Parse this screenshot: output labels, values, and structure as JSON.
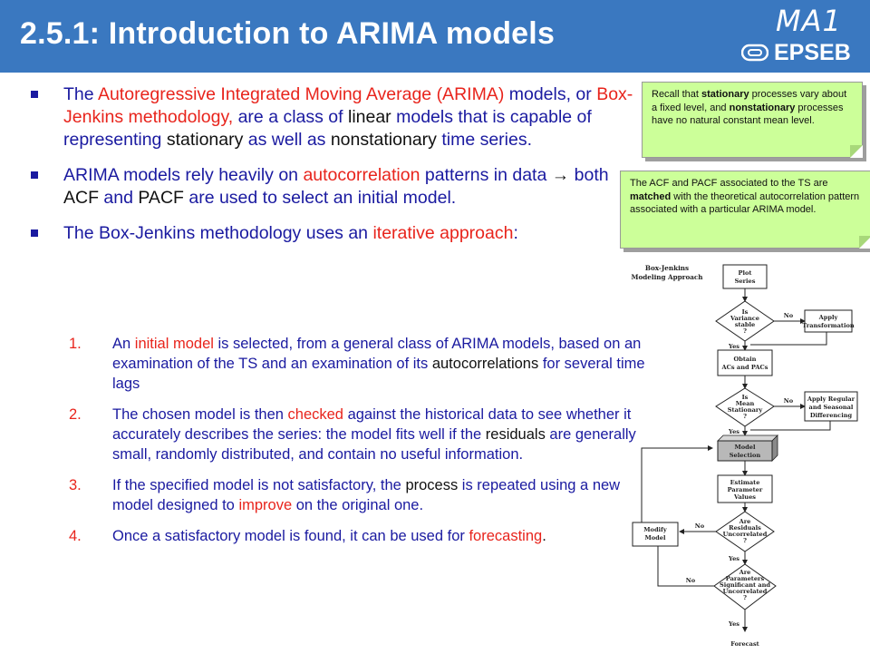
{
  "header": {
    "title": "2.5.1: Introduction to ARIMA models",
    "logo_top": "MA1",
    "logo_bottom": "EPSEB",
    "bg_color": "#3a78c0"
  },
  "bullets": [
    {
      "parts": [
        {
          "t": "The ",
          "c": "blue"
        },
        {
          "t": "Autoregressive Integrated Moving Average (ARIMA)",
          "c": "red"
        },
        {
          "t": " models, or ",
          "c": "blue"
        },
        {
          "t": "Box-Jenkins methodology,",
          "c": "red"
        },
        {
          "t": " are a class of ",
          "c": "blue"
        },
        {
          "t": "linear",
          "c": "black"
        },
        {
          "t": " models that is capable of representing ",
          "c": "blue"
        },
        {
          "t": "stationary",
          "c": "black"
        },
        {
          "t": " as well as ",
          "c": "blue"
        },
        {
          "t": "nonstationary",
          "c": "black"
        },
        {
          "t": " time series.",
          "c": "blue"
        }
      ]
    },
    {
      "parts": [
        {
          "t": "ARIMA models rely heavily on ",
          "c": "blue"
        },
        {
          "t": "autocorrelation",
          "c": "red"
        },
        {
          "t": " patterns in data ",
          "c": "blue"
        },
        {
          "t": "→",
          "c": "black"
        },
        {
          "t": " both ",
          "c": "blue"
        },
        {
          "t": "ACF",
          "c": "black"
        },
        {
          "t": " and ",
          "c": "blue"
        },
        {
          "t": "PACF",
          "c": "black"
        },
        {
          "t": " are used to select an initial model.",
          "c": "blue"
        }
      ]
    },
    {
      "parts": [
        {
          "t": "The Box-Jenkins methodology uses an ",
          "c": "blue"
        },
        {
          "t": "iterative approach",
          "c": "red"
        },
        {
          "t": ":",
          "c": "blue"
        }
      ]
    }
  ],
  "steps": [
    {
      "num": "1.",
      "parts": [
        {
          "t": "An ",
          "c": "blue"
        },
        {
          "t": "initial model",
          "c": "red"
        },
        {
          "t": " is selected, from a general class of ARIMA models, based on an examination of the TS and an examination of its ",
          "c": "blue"
        },
        {
          "t": "autocorrelations",
          "c": "black"
        },
        {
          "t": " for several time lags",
          "c": "blue"
        }
      ]
    },
    {
      "num": "2.",
      "parts": [
        {
          "t": "The chosen model is then ",
          "c": "blue"
        },
        {
          "t": "checked",
          "c": "red"
        },
        {
          "t": " against the historical data to see whether it accurately describes the series: the model fits well if the ",
          "c": "blue"
        },
        {
          "t": "residuals",
          "c": "black"
        },
        {
          "t": " are generally small, randomly distributed, and contain no useful information.",
          "c": "blue"
        }
      ]
    },
    {
      "num": "3.",
      "parts": [
        {
          "t": "If the specified model is not satisfactory, the ",
          "c": "blue"
        },
        {
          "t": "process",
          "c": "black"
        },
        {
          "t": " is repeated using a new model designed to ",
          "c": "blue"
        },
        {
          "t": "improve",
          "c": "red"
        },
        {
          "t": " on the original one.",
          "c": "blue"
        }
      ]
    },
    {
      "num": "4.",
      "parts": [
        {
          "t": "Once a satisfactory model is found, it can be used for ",
          "c": "blue"
        },
        {
          "t": "forecasting",
          "c": "red"
        },
        {
          "t": ".",
          "c": "black"
        }
      ]
    }
  ],
  "notes": [
    {
      "parts": [
        {
          "t": "Recall that ",
          "b": false
        },
        {
          "t": "stationary",
          "b": true
        },
        {
          "t": " processes vary about a fixed level, and ",
          "b": false
        },
        {
          "t": "nonstationary",
          "b": true
        },
        {
          "t": " processes have no natural constant mean level.",
          "b": false
        }
      ]
    },
    {
      "parts": [
        {
          "t": "The ACF and PACF associated to the TS are ",
          "b": false
        },
        {
          "t": "matched",
          "b": true
        },
        {
          "t": " with the theoretical autocorrelation pattern associated with a particular ARIMA model.",
          "b": false
        }
      ]
    }
  ],
  "flowchart": {
    "title_line1": "Box-Jenkins",
    "title_line2": "Modeling Approach",
    "plot_series": [
      "Plot",
      "Series"
    ],
    "variance_stable": [
      "Is",
      "Variance",
      "stable",
      "?"
    ],
    "apply_transformation": [
      "Apply",
      "Transformation"
    ],
    "obtain_acfs": [
      "Obtain",
      "ACs and PACs"
    ],
    "mean_stationary": [
      "Is",
      "Mean",
      "Stationary",
      "?"
    ],
    "apply_differencing": [
      "Apply Regular",
      "and Seasonal",
      "Differencing"
    ],
    "model_selection": [
      "Model",
      "Selection"
    ],
    "estimate_params": [
      "Estimate",
      "Parameter",
      "Values"
    ],
    "residuals_uncorrelated": [
      "Are",
      "Residuals",
      "Uncorrelated",
      "?"
    ],
    "modify_model": [
      "Modify",
      "Model"
    ],
    "params_significant": [
      "Are",
      "Parameters",
      "Significant and",
      "Uncorrelated",
      "?"
    ],
    "forecast": "Forecast",
    "yes": "Yes",
    "no": "No"
  }
}
